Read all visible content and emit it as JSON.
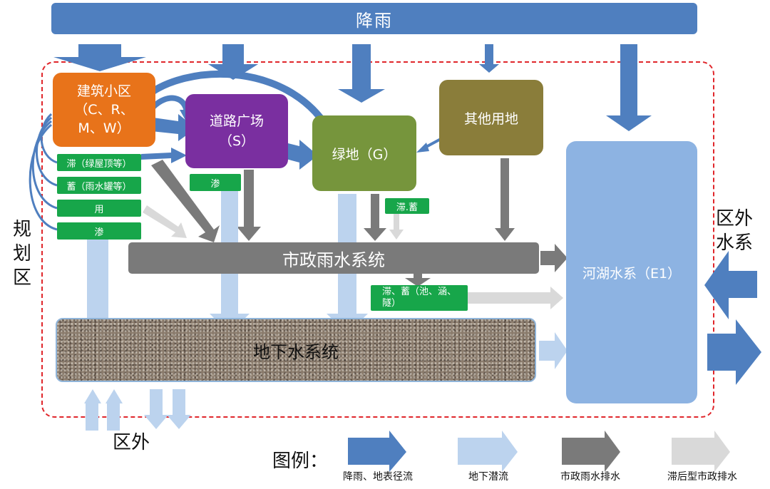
{
  "rainfall": "降雨",
  "planning_area": "规\n划\n区",
  "nodes": {
    "building": "建筑小区\n（C、R、\nM、W）",
    "road": "道路广场\n（S）",
    "greenland": "绿地（G）",
    "other_land": "其他用地",
    "municipal": "市政雨水系统",
    "groundwater": "地下水系统",
    "river_lake": "河湖水系（E1）"
  },
  "tags": {
    "detain_roof": "滞（绿屋顶等）",
    "store_tank": "蓄（雨水罐等）",
    "use": "用",
    "infiltrate": "渗",
    "road_infiltrate": "渗",
    "green_detain_store": "滞.蓄",
    "pool": "滞、蓄（池、涵、\n隧）"
  },
  "external_water": "区外\n水系",
  "outside": "区外",
  "legend": {
    "title": "图例：",
    "items": [
      {
        "label": "降雨、地表径流",
        "color": "#4f7fbf"
      },
      {
        "label": "地下潜流",
        "color": "#bcd3ee"
      },
      {
        "label": "市政雨水排水",
        "color": "#7a7a7a"
      },
      {
        "label": "滞后型市政排水",
        "color": "#d9d9d9"
      }
    ]
  }
}
